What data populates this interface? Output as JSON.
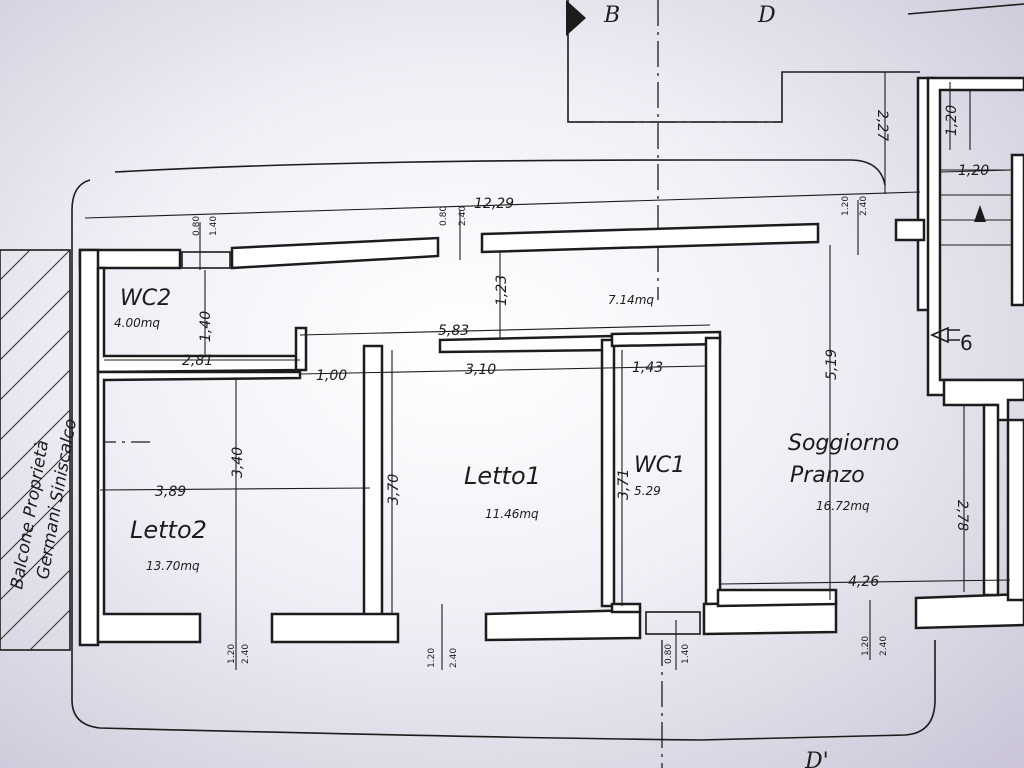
{
  "section_labels": {
    "b": "B",
    "d": "D",
    "d_prime": "D'"
  },
  "stair_number": "6",
  "property_label": {
    "line1": "Balcone Proprietà",
    "line2": "Germani Siniscalco"
  },
  "rooms": {
    "wc2": {
      "name": "WC2",
      "area": "4.00mq"
    },
    "letto2": {
      "name": "Letto2",
      "area": "13.70mq"
    },
    "letto1": {
      "name": "Letto1",
      "area": "11.46mq"
    },
    "wc1": {
      "name": "WC1",
      "area": "5.29"
    },
    "corridor": {
      "area": "7.14mq"
    },
    "soggiorno": {
      "name1": "Soggiorno",
      "name2": "Pranzo",
      "area": "16.72mq"
    }
  },
  "dimensions": {
    "overall_width": "12,29",
    "corridor_width": "5,83",
    "corridor_depth": "1,23",
    "wc2_height": "1,40",
    "wc2_width": "2,81",
    "door_gap": "1,00",
    "letto1_width": "3,10",
    "wc1_width": "1,43",
    "letto2_width": "3,89",
    "letto2_depth": "3,40",
    "letto1_depth": "3,70",
    "wc1_depth": "3,71",
    "soggiorno_depth": "5,19",
    "soggiorno_width": "4,26",
    "right_side": "2,78",
    "top_right": "2,27",
    "stair_1": "1,20",
    "stair_2": "1,20"
  },
  "openings": [
    {
      "top": "0.80",
      "bottom": "1.40"
    },
    {
      "top": "0.80",
      "bottom": "2.40"
    },
    {
      "top": "1.20",
      "bottom": "2.40"
    },
    {
      "top": "1.20",
      "bottom": "2.40"
    },
    {
      "top": "1.20",
      "bottom": "2.40"
    },
    {
      "top": "0.80",
      "bottom": "1.40"
    },
    {
      "top": "1.20",
      "bottom": "2.40"
    }
  ]
}
